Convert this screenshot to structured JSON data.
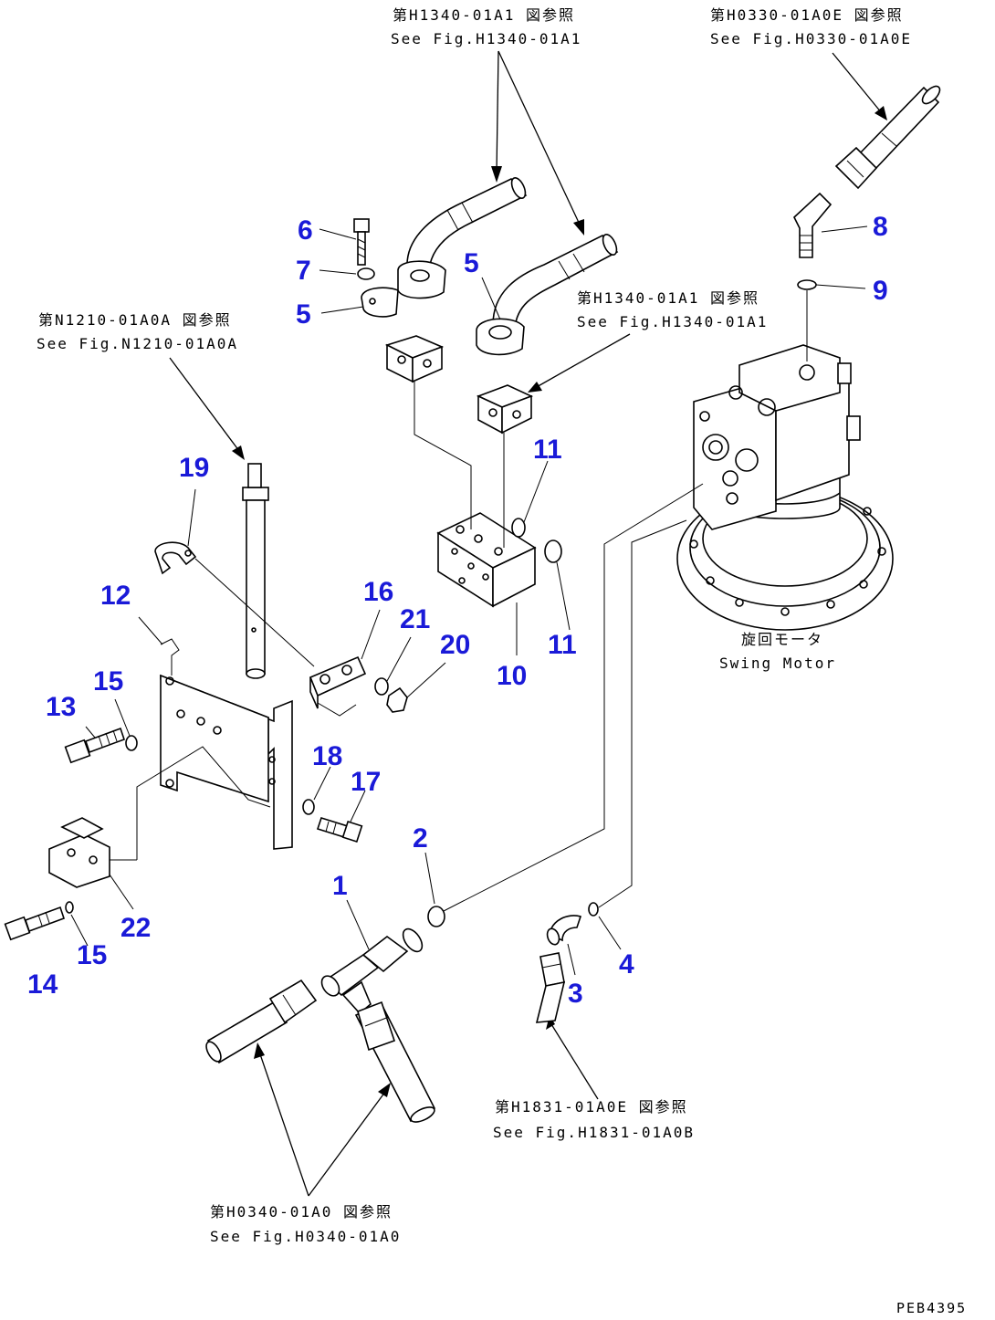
{
  "references": {
    "top_center": {
      "jp": "第H1340-01A1 図参照",
      "en": "See Fig.H1340-01A1"
    },
    "top_right": {
      "jp": "第H0330-01A0E 図参照",
      "en": "See Fig.H0330-01A0E"
    },
    "mid_right": {
      "jp": "第H1340-01A1 図参照",
      "en": "See Fig.H1340-01A1"
    },
    "left": {
      "jp": "第N1210-01A0A 図参照",
      "en": "See Fig.N1210-01A0A"
    },
    "bottom_right": {
      "jp": "第H1831-01A0E 図参照",
      "en": "See Fig.H1831-01A0B"
    },
    "bottom_center": {
      "jp": "第H0340-01A0 図参照",
      "en": "See Fig.H0340-01A0"
    }
  },
  "motor": {
    "jp": "旋回モータ",
    "en": "Swing Motor"
  },
  "part_numbers": {
    "p1": "1",
    "p2": "2",
    "p3": "3",
    "p4": "4",
    "p5a": "5",
    "p5b": "5",
    "p6": "6",
    "p7": "7",
    "p8": "8",
    "p9": "9",
    "p10": "10",
    "p11a": "11",
    "p11b": "11",
    "p12": "12",
    "p13": "13",
    "p14": "14",
    "p15a": "15",
    "p15b": "15",
    "p16": "16",
    "p17": "17",
    "p18": "18",
    "p19": "19",
    "p20": "20",
    "p21": "21",
    "p22": "22"
  },
  "figure_code": "PEB4395",
  "colors": {
    "callout": "#1a1ad8",
    "line": "#000000",
    "background": "#ffffff"
  }
}
